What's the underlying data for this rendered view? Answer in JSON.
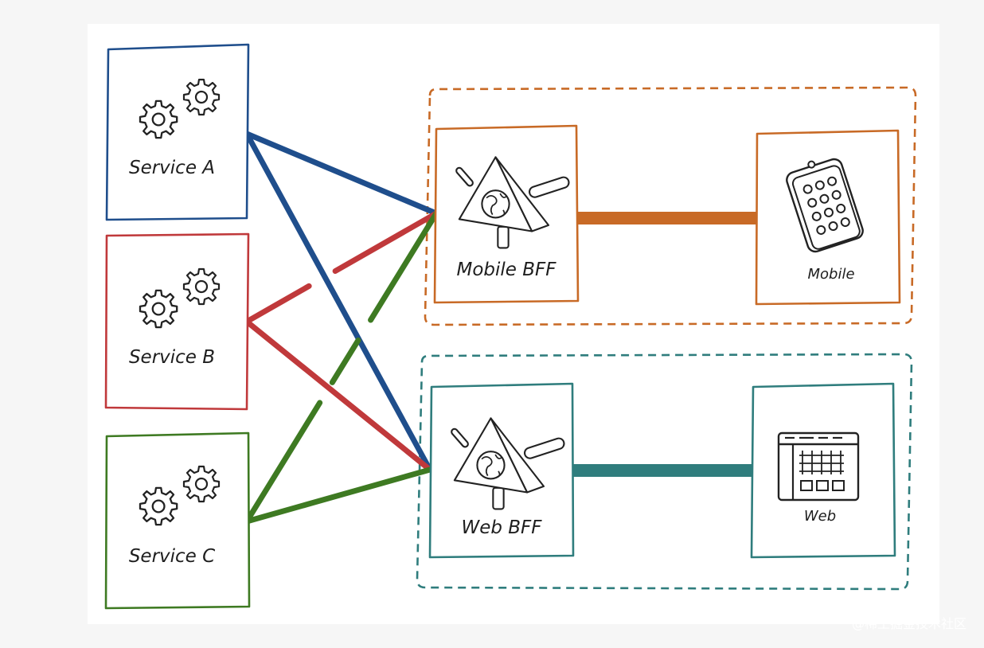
{
  "colors": {
    "service_a": "#1f4e8c",
    "service_b": "#c0393b",
    "service_c": "#3e7a22",
    "mobile": "#c86a26",
    "web": "#2f7d7d",
    "ink": "#222222"
  },
  "services": [
    {
      "id": "a",
      "label": "Service A",
      "icon": "gears-icon"
    },
    {
      "id": "b",
      "label": "Service B",
      "icon": "gears-icon"
    },
    {
      "id": "c",
      "label": "Service C",
      "icon": "gears-icon"
    }
  ],
  "bffs": [
    {
      "id": "mobile",
      "label": "Mobile BFF",
      "icon": "bff-triangle-icon"
    },
    {
      "id": "web",
      "label": "Web BFF",
      "icon": "bff-triangle-icon"
    }
  ],
  "clients": [
    {
      "id": "mobile",
      "label": "Mobile",
      "icon": "mobile-phone-icon"
    },
    {
      "id": "web",
      "label": "Web",
      "icon": "web-browser-icon"
    }
  ],
  "connections": [
    {
      "from": "Service A",
      "to": "Mobile BFF",
      "style": "solid"
    },
    {
      "from": "Service A",
      "to": "Web BFF",
      "style": "solid"
    },
    {
      "from": "Service B",
      "to": "Mobile BFF",
      "style": "dashed"
    },
    {
      "from": "Service B",
      "to": "Web BFF",
      "style": "solid"
    },
    {
      "from": "Service C",
      "to": "Mobile BFF",
      "style": "dashed"
    },
    {
      "from": "Service C",
      "to": "Web BFF",
      "style": "solid"
    },
    {
      "from": "Mobile BFF",
      "to": "Mobile",
      "style": "thick"
    },
    {
      "from": "Web BFF",
      "to": "Web",
      "style": "thick"
    }
  ],
  "watermark": "@稀土掘金技术社区"
}
